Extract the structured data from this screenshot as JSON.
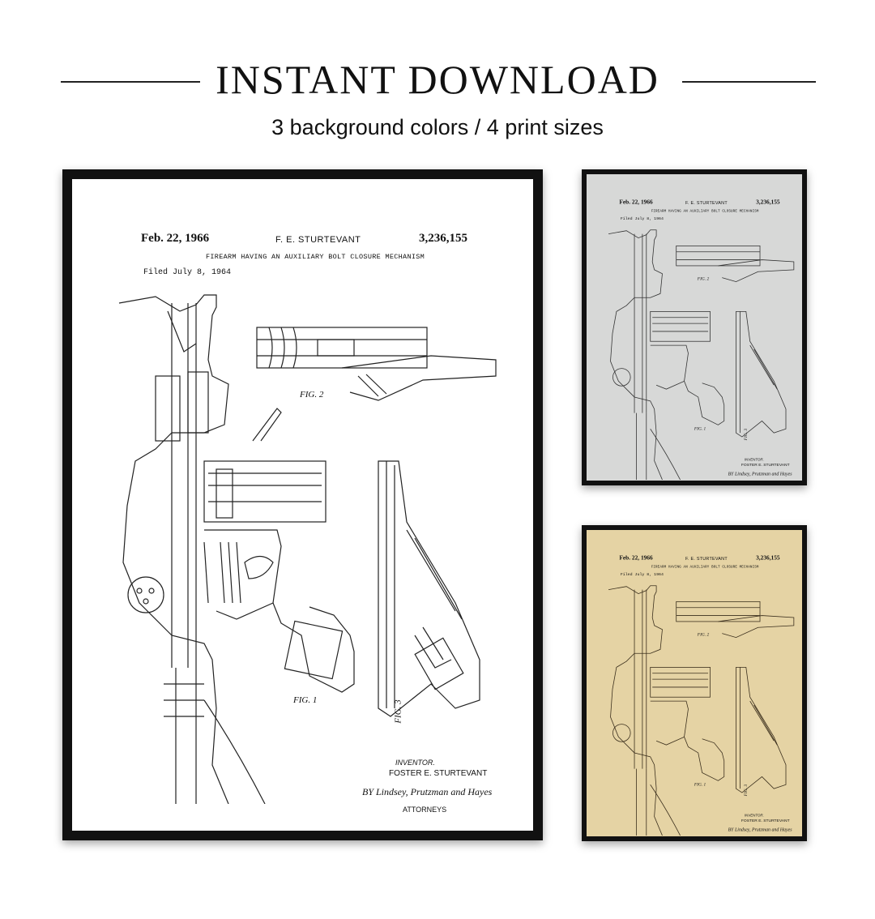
{
  "header": {
    "title": "INSTANT DOWNLOAD",
    "subtitle": "3 background colors  /  4 print sizes"
  },
  "patent": {
    "date": "Feb. 22, 1966",
    "inventor_top": "F. E. STURTEVANT",
    "number": "3,236,155",
    "heading": "FIREARM HAVING AN AUXILIARY BOLT CLOSURE MECHANISM",
    "filed": "Filed July 8, 1964",
    "inventor_label": "INVENTOR.",
    "inventor_name": "FOSTER E. STURTEVANT",
    "signature": "BY Lindsey, Prutzman and Hayes",
    "attorneys": "ATTORNEYS",
    "fig1": "FIG. 1",
    "fig2": "FIG. 2",
    "fig3": "FIG. 3"
  },
  "colors": {
    "white_print": "#ffffff",
    "gray_print": "#d7d8d7",
    "sepia_print": "#e5d3a4",
    "frame": "#111111"
  }
}
